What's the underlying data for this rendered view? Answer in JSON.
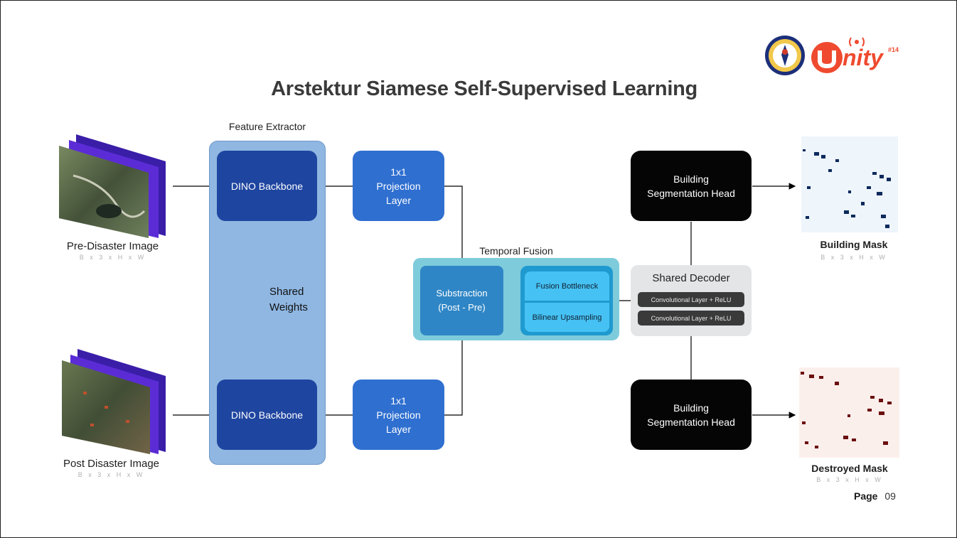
{
  "title": "Arstektur Siamese Self-Supervised Learning",
  "logos": {
    "university_seal": "university-seal-icon",
    "event_logo_text": "nity",
    "event_logo_suffix": "#14"
  },
  "feature_extractor": {
    "label": "Feature Extractor",
    "backbone_top": "DINO Backbone",
    "backbone_bottom": "DINO Backbone",
    "shared_weights": "Shared\nWeights"
  },
  "projection": {
    "top": "1x1\nProjection\nLayer",
    "bottom": "1x1\nProjection\nLayer"
  },
  "temporal_fusion": {
    "label": "Temporal Fusion",
    "subtraction": "Substraction\n(Post - Pre)",
    "fusion_bottleneck": "Fusion Bottleneck",
    "bilinear_upsampling": "Bilinear Upsampling"
  },
  "shared_decoder": {
    "label": "Shared Decoder",
    "layers": [
      "Convolutional Layer + ReLU",
      "Convolutional Layer + ReLU"
    ]
  },
  "heads": {
    "top": "Building\nSegmentation Head",
    "bottom": "Building\nSegmentation Head"
  },
  "inputs": {
    "pre": {
      "label": "Pre-Disaster Image",
      "dims": "B x 3 x H x W"
    },
    "post": {
      "label": "Post Disaster Image",
      "dims": "B x 3 x H x W"
    }
  },
  "outputs": {
    "building": {
      "label": "Building Mask",
      "dims": "B x 3 x H x W"
    },
    "destroyed": {
      "label": "Destroyed Mask",
      "dims": "B x 3 x H x W"
    }
  },
  "page": {
    "label": "Page",
    "number": "09"
  },
  "colors": {
    "dino": "#1e45a0",
    "projection": "#2f6fd0",
    "feature_panel": "#8fb7e2",
    "fusion_panel": "#7ecbdb",
    "shared_weights_arrow": "#e53935",
    "building_mask": "#0d2a5c",
    "destroyed_mask": "#6b0f0f"
  }
}
